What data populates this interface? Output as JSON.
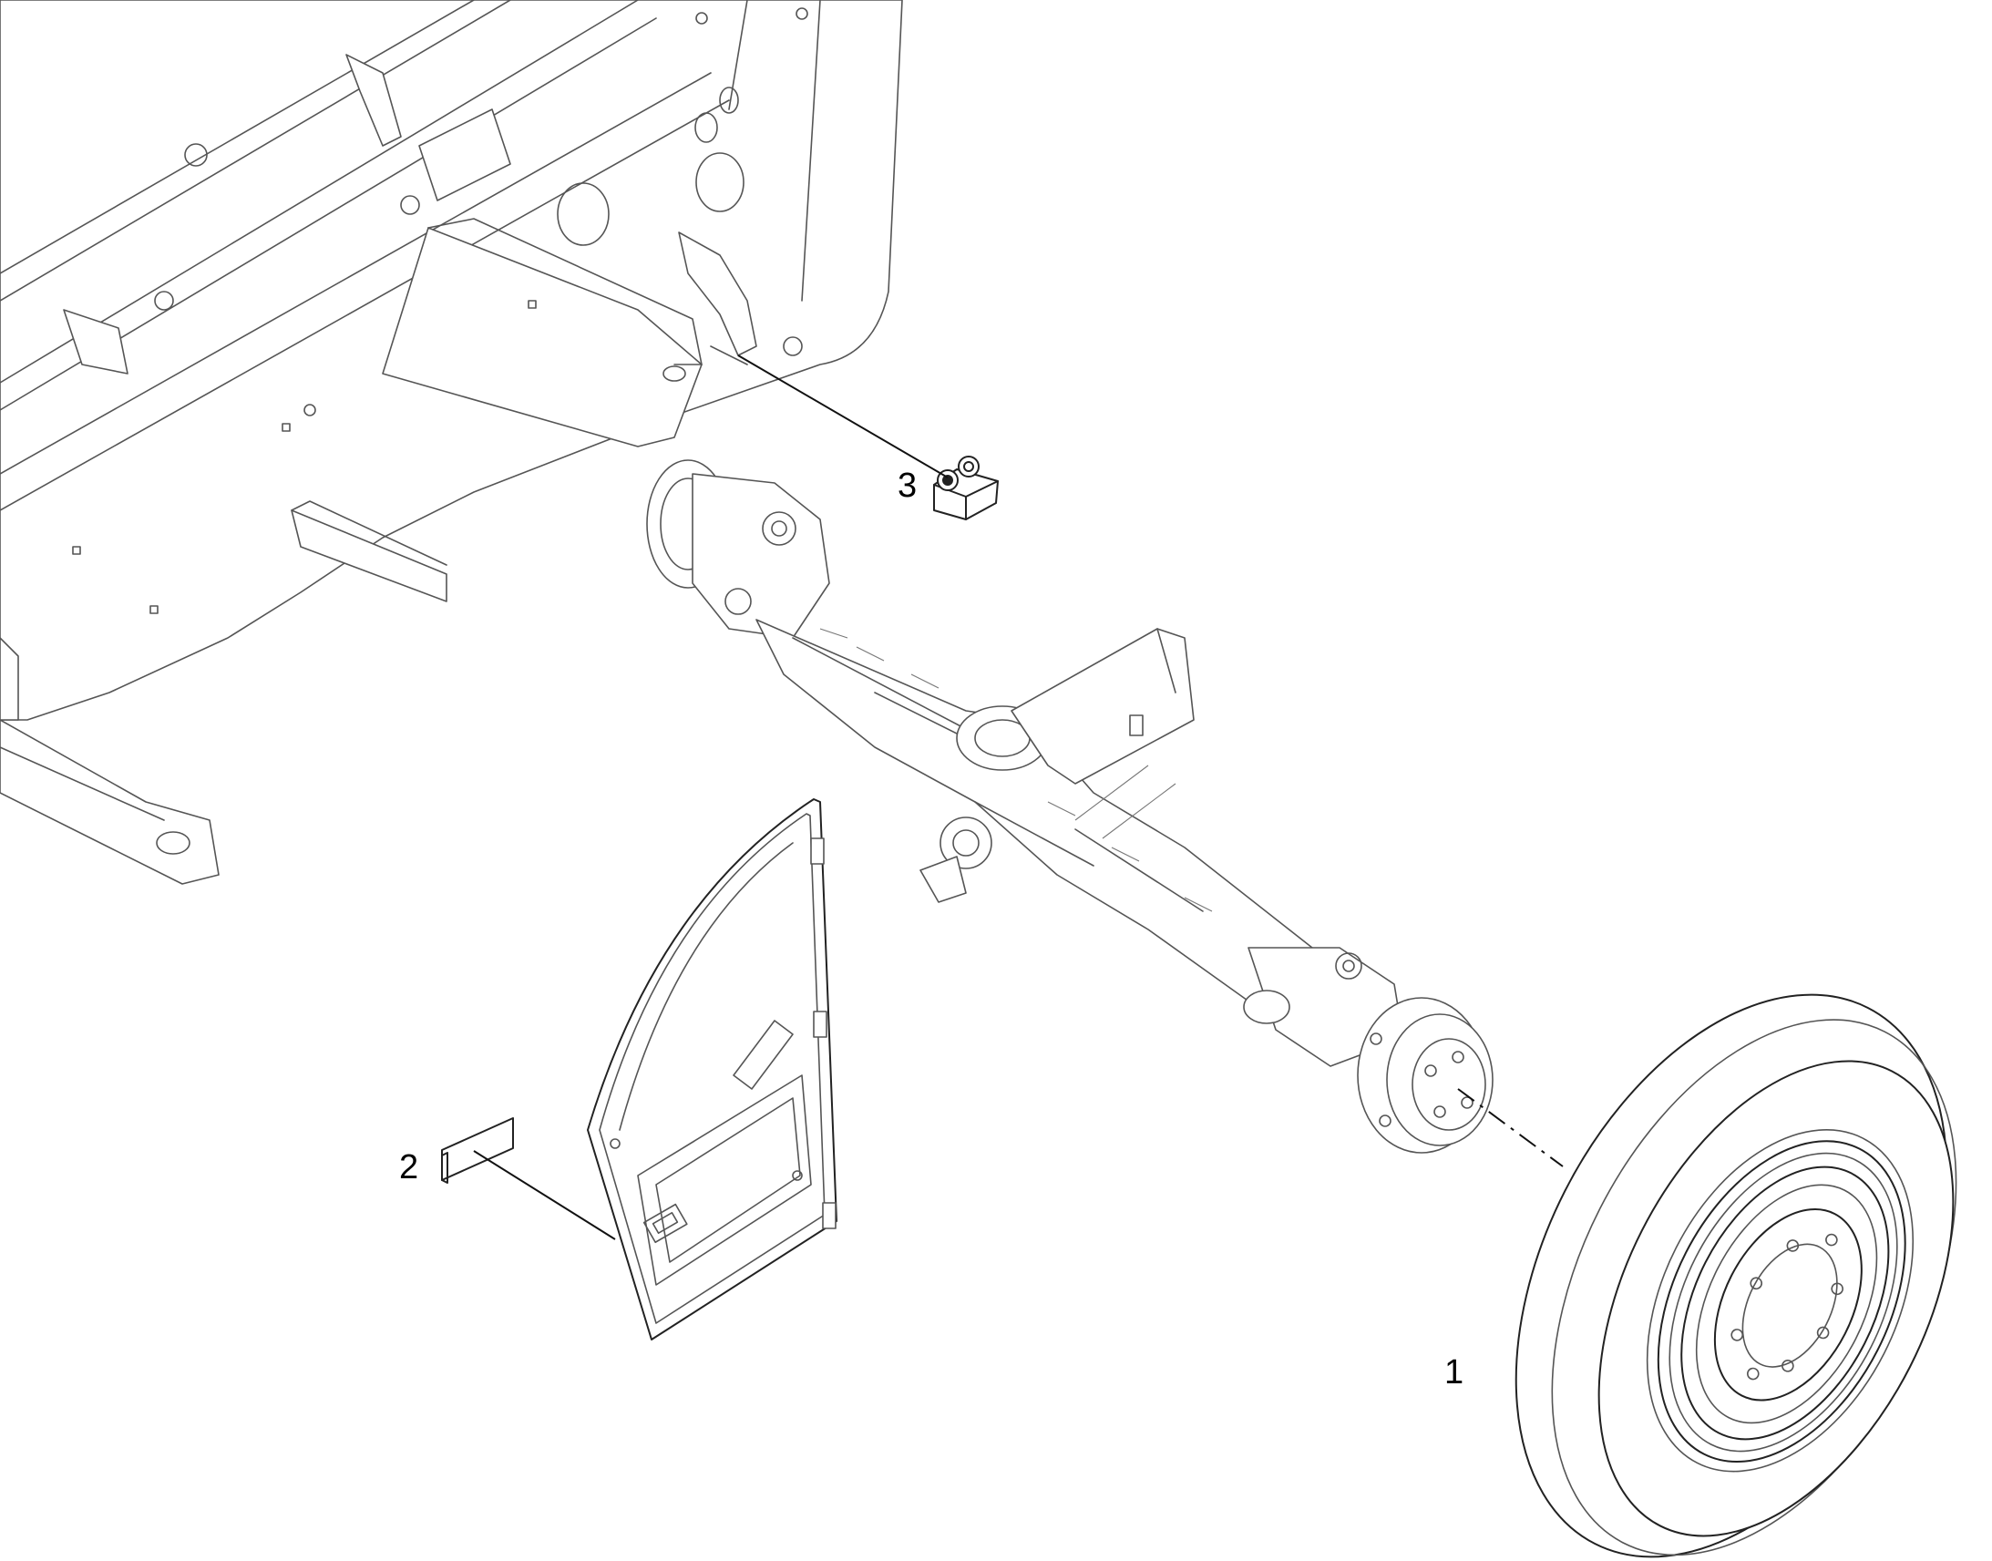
{
  "callouts": [
    {
      "id": "wheel",
      "label": "1"
    },
    {
      "id": "decal",
      "label": "2"
    },
    {
      "id": "bracket",
      "label": "3"
    }
  ],
  "colors": {
    "line": "#555555",
    "leader": "#111111",
    "background": "#ffffff"
  }
}
